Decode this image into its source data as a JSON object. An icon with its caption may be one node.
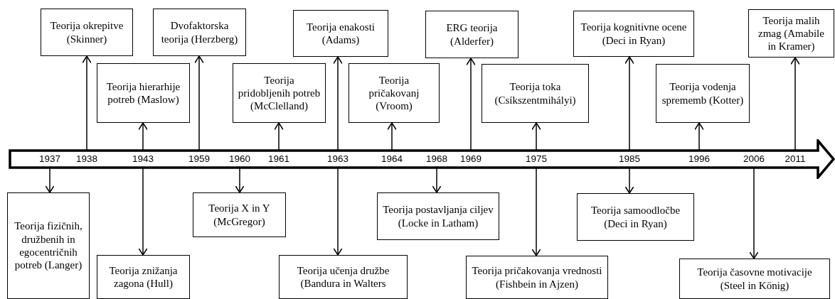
{
  "diagram": {
    "nodes": [
      {
        "text": [],
        "shape": "arrow"
      },
      {
        "text": [
          "1937"
        ],
        "in": 0
      },
      {
        "text": [
          "1938"
        ],
        "in": 0
      },
      {
        "text": [
          "1943"
        ],
        "in": 0
      },
      {
        "text": [
          "1959"
        ],
        "in": 0
      },
      {
        "text": [
          "1960"
        ],
        "in": 0
      },
      {
        "text": [
          "1961"
        ],
        "in": 0
      },
      {
        "text": [
          "1963"
        ],
        "in": 0
      },
      {
        "text": [
          "1964"
        ],
        "in": 0
      },
      {
        "text": [
          "1968"
        ],
        "in": 0
      },
      {
        "text": [
          "1969"
        ],
        "in": 0
      },
      {
        "text": [
          "1975"
        ],
        "in": 0
      },
      {
        "text": [
          "1985"
        ],
        "in": 0
      },
      {
        "text": [
          "1996"
        ],
        "in": 0
      },
      {
        "text": [
          "2006"
        ],
        "in": 0
      },
      {
        "text": [
          "2011"
        ],
        "in": 0
      },
      {
        "text": [
          "Teorija okrepitve (Skinner)"
        ]
      },
      {
        "text": [
          "Teorija hierarhije potreb (Maslow)"
        ]
      },
      {
        "text": [
          "Dvofaktorska teorija (Herzberg)"
        ]
      },
      {
        "text": [
          "Teorija pridobljenih potreb (McClelland)"
        ]
      },
      {
        "text": [
          "Teorija enakosti (Adams)"
        ]
      },
      {
        "text": [
          "Teorija pričakovanj (Vroom)"
        ]
      },
      {
        "text": [
          "ERG teorija (Alderfer)"
        ]
      },
      {
        "text": [
          "Teorija toka (Csíkszentmihályi)"
        ]
      },
      {
        "text": [
          "Teorija kognitivne ocene (Deci in Ryan)"
        ]
      },
      {
        "text": [
          "Teorija vodenja sprememb (Kotter)"
        ]
      },
      {
        "text": [
          "Teorija malih zmag (Amabile in Kramer)"
        ]
      },
      {
        "text": [
          "Teorija fizičnih, družbenih in egocentričnih potreb (Langer)"
        ]
      },
      {
        "text": [
          "Teorija znižanja zagona (Hull)"
        ]
      },
      {
        "text": [
          "Teorija X in Y (McGregor)"
        ]
      },
      {
        "text": [
          "Teorija učenja družbe (Bandura in Walters"
        ]
      },
      {
        "text": [
          "Teorija postavljanja ciljev (Locke in Latham)"
        ]
      },
      {
        "text": [
          "Teorija pričakovanja vrednosti (Fishbein in Ajzen)"
        ]
      },
      {
        "text": [
          "Teorija samoodločbe (Deci in Ryan)"
        ]
      },
      {
        "text": [
          "Teorija časovne motivacije (Steel in König)"
        ]
      }
    ],
    "edges": [
      {
        "from": 2,
        "to": 16,
        "arrow": "to"
      },
      {
        "from": 3,
        "to": 17,
        "arrow": "to"
      },
      {
        "from": 4,
        "to": 18,
        "arrow": "to"
      },
      {
        "from": 6,
        "to": 19,
        "arrow": "to"
      },
      {
        "from": 7,
        "to": 20,
        "arrow": "to"
      },
      {
        "from": 8,
        "to": 21,
        "arrow": "to"
      },
      {
        "from": 10,
        "to": 22,
        "arrow": "to"
      },
      {
        "from": 11,
        "to": 23,
        "arrow": "to"
      },
      {
        "from": 12,
        "to": 24,
        "arrow": "to"
      },
      {
        "from": 13,
        "to": 25,
        "arrow": "to"
      },
      {
        "from": 15,
        "to": 26,
        "arrow": "to"
      },
      {
        "from": 1,
        "to": 27,
        "arrow": "to"
      },
      {
        "from": 3,
        "to": 28,
        "arrow": "to"
      },
      {
        "from": 5,
        "to": 29,
        "arrow": "to"
      },
      {
        "from": 7,
        "to": 30,
        "arrow": "to"
      },
      {
        "from": 9,
        "to": 31,
        "arrow": "to"
      },
      {
        "from": 11,
        "to": 32,
        "arrow": "to"
      },
      {
        "from": 12,
        "to": 33,
        "arrow": "to"
      },
      {
        "from": 14,
        "to": 34,
        "arrow": "to"
      }
    ]
  }
}
